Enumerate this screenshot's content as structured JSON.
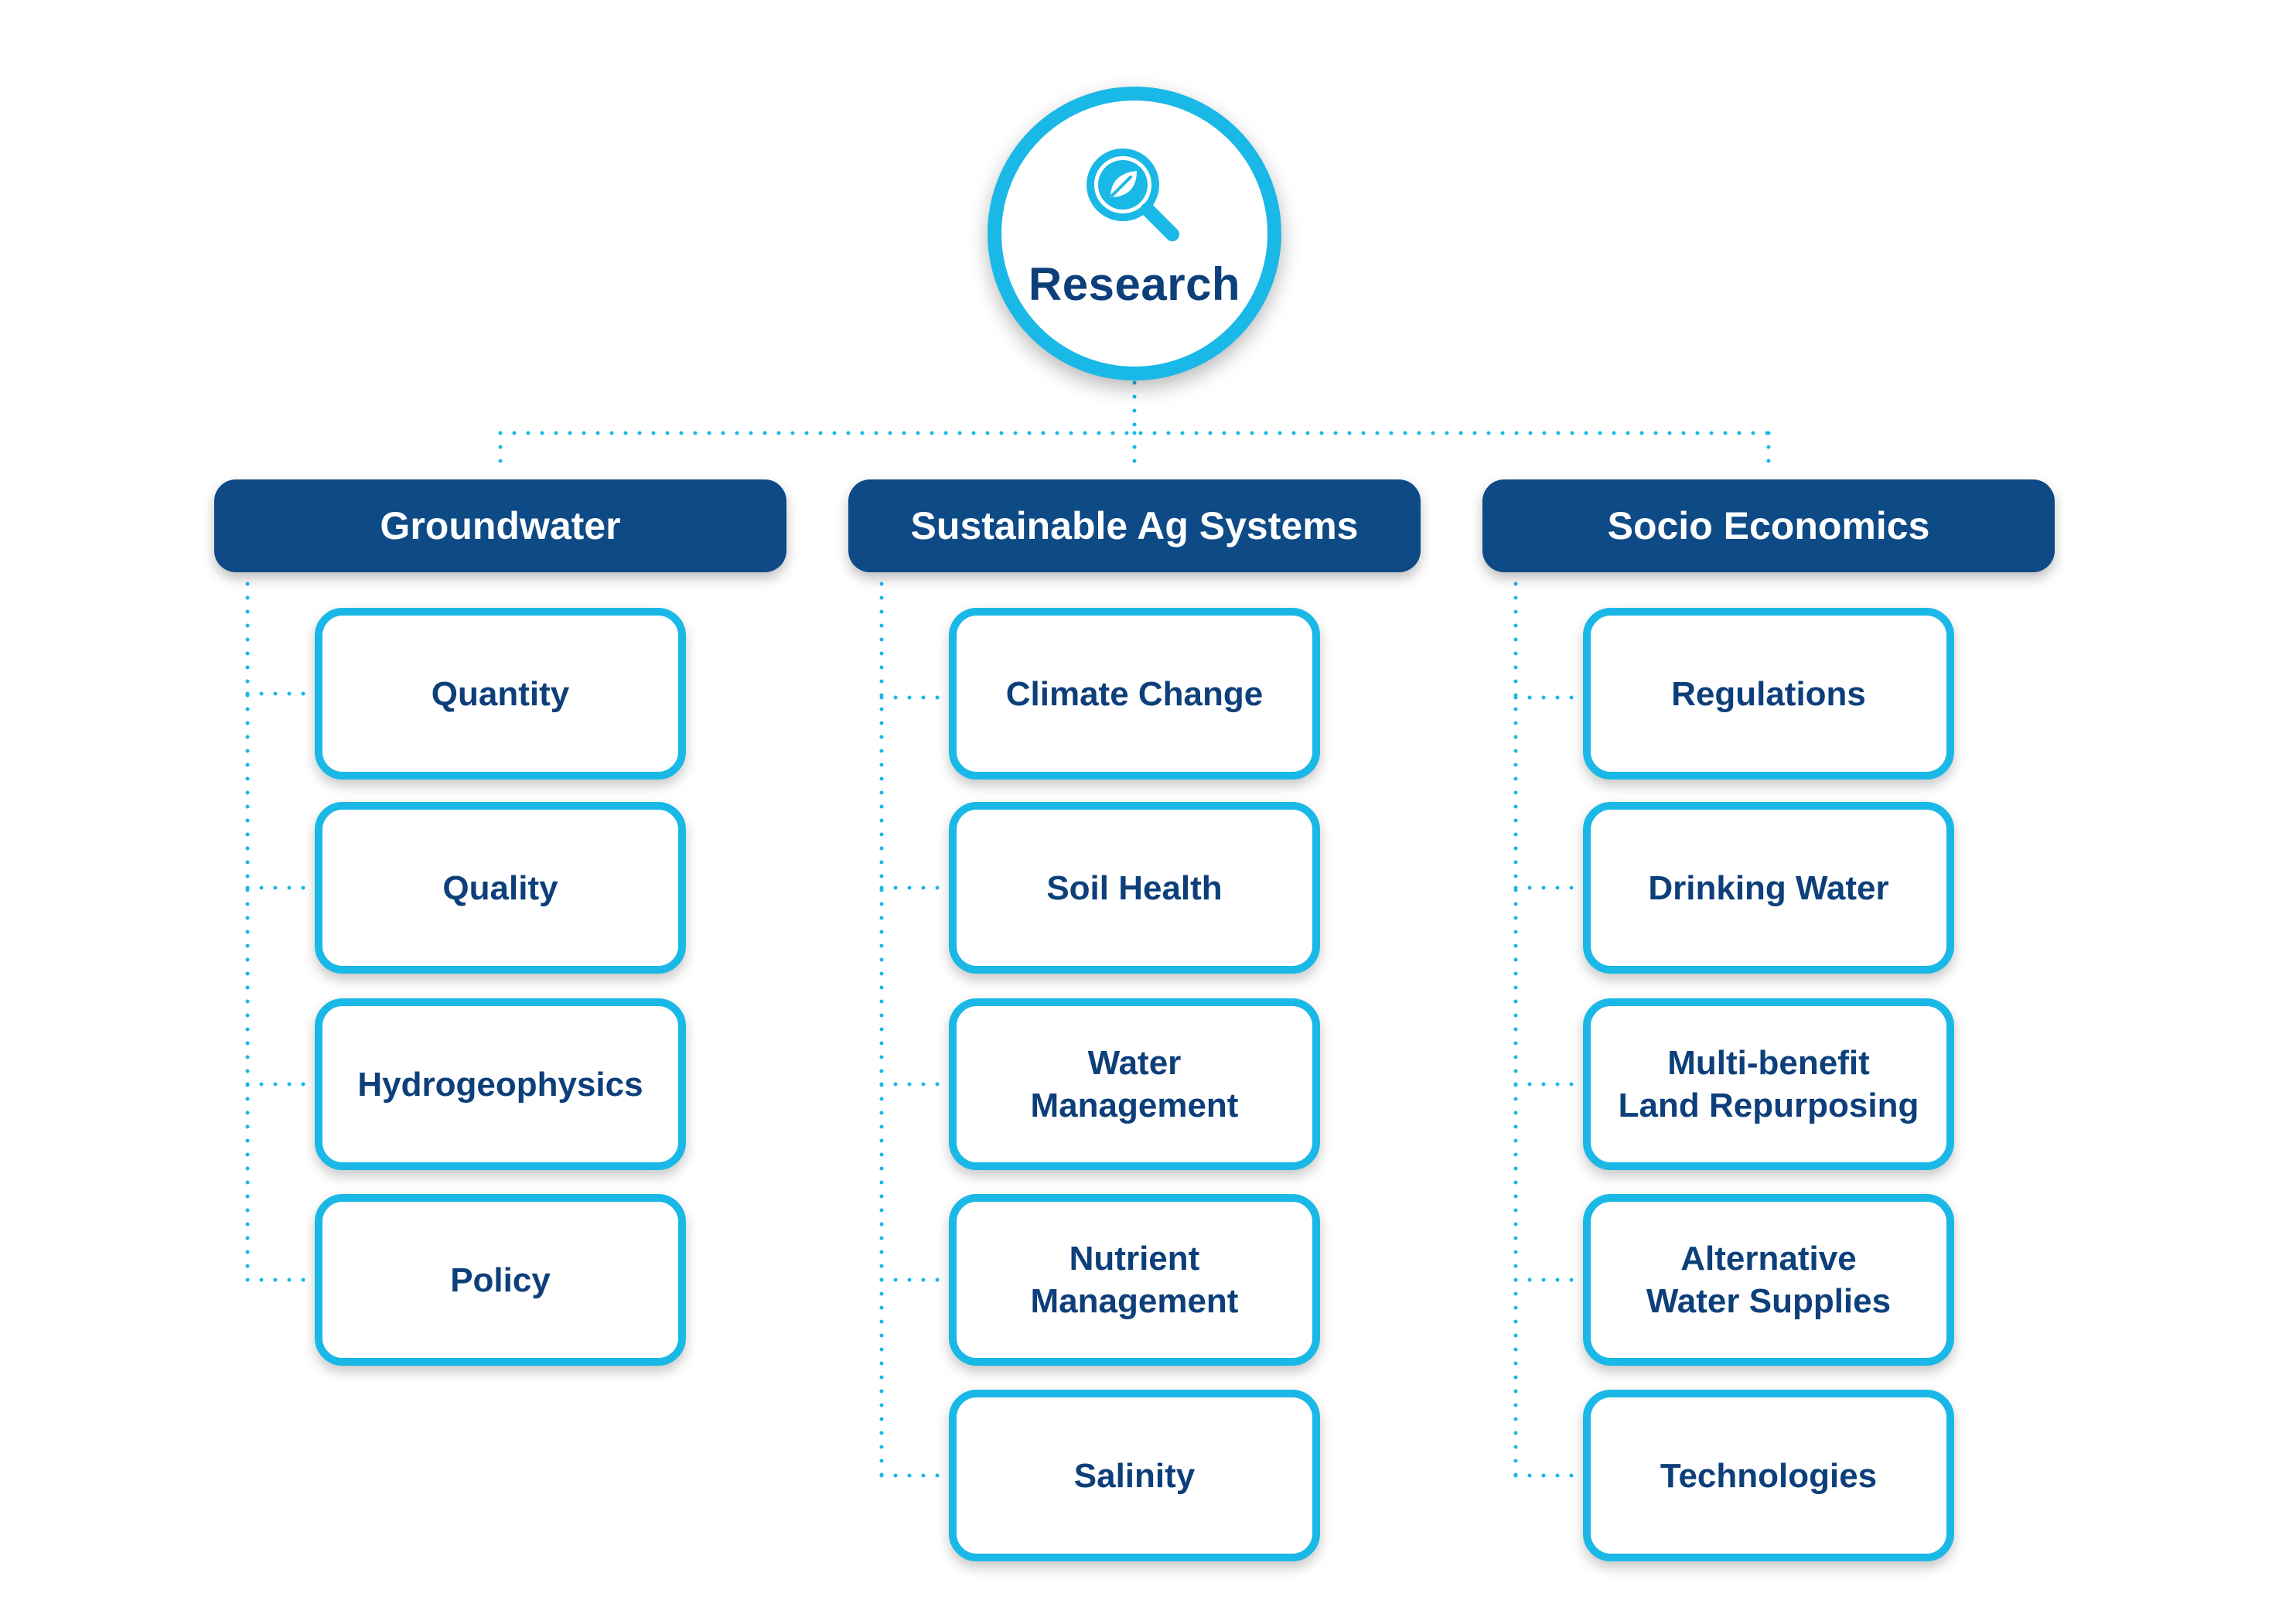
{
  "root": {
    "label": "Research",
    "icon": "magnifier-leaf-icon"
  },
  "categories": [
    {
      "label": "Groundwater",
      "items": [
        "Quantity",
        "Quality",
        "Hydrogeophysics",
        "Policy"
      ]
    },
    {
      "label": "Sustainable Ag Systems",
      "items": [
        "Climate Change",
        "Soil Health",
        "Water\nManagement",
        "Nutrient\nManagement",
        "Salinity"
      ]
    },
    {
      "label": "Socio Economics",
      "items": [
        "Regulations",
        "Drinking Water",
        "Multi-benefit\nLand Repurposing",
        "Alternative\nWater Supplies",
        "Technologies"
      ]
    }
  ],
  "colors": {
    "navy": "#0d4a86",
    "text_navy": "#0d3f7a",
    "cyan": "#1ab8e6",
    "background": "#ffffff"
  }
}
